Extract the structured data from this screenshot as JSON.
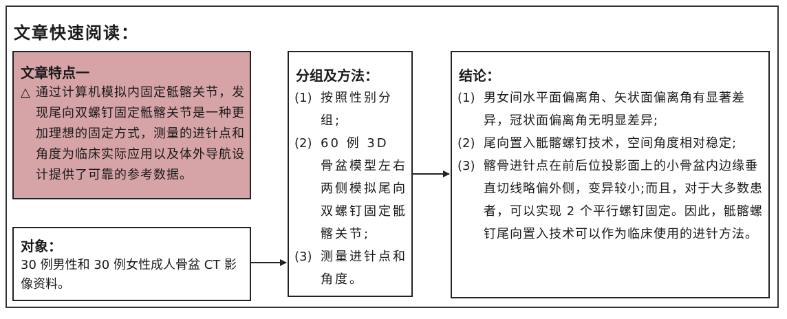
{
  "title": "文章快速阅读：",
  "feature": {
    "heading": "文章特点一",
    "marker": "△",
    "text": "通过计算机模拟内固定骶髂关节，发现尾向双螺钉固定骶髂关节是一种更加理想的固定方式，测量的进针点和角度为临床实际应用以及体外导航设计提供了可靠的参考数据。"
  },
  "subject": {
    "heading": "对象：",
    "text": "30 例男性和 30 例女性成人骨盆 CT 影像资料。"
  },
  "group": {
    "heading": "分组及方法：",
    "items": [
      {
        "num": "(1)",
        "text": "按照性别分组;"
      },
      {
        "num": "(2)",
        "text": "60 例 3D 骨盆模型左右两侧模拟尾向双螺钉固定骶髂关节;"
      },
      {
        "num": "(3)",
        "text": "测量进针点和角度。"
      }
    ]
  },
  "conclusion": {
    "heading": "结论：",
    "items": [
      {
        "num": "(1)",
        "text": "男女间水平面偏离角、矢状面偏离角有显著差异，冠状面偏离角无明显差异;"
      },
      {
        "num": "(2)",
        "text": "尾向置入骶髂螺钉技术，空间角度相对稳定;"
      },
      {
        "num": "(3)",
        "text": "髂骨进针点在前后位投影面上的小骨盆内边缘垂直切线略偏外侧，变异较小;而且，对于大多数患者，可以实现 2 个平行螺钉固定。因此，骶髂螺钉尾向置入技术可以作为临床使用的进针方法。"
      }
    ]
  }
}
